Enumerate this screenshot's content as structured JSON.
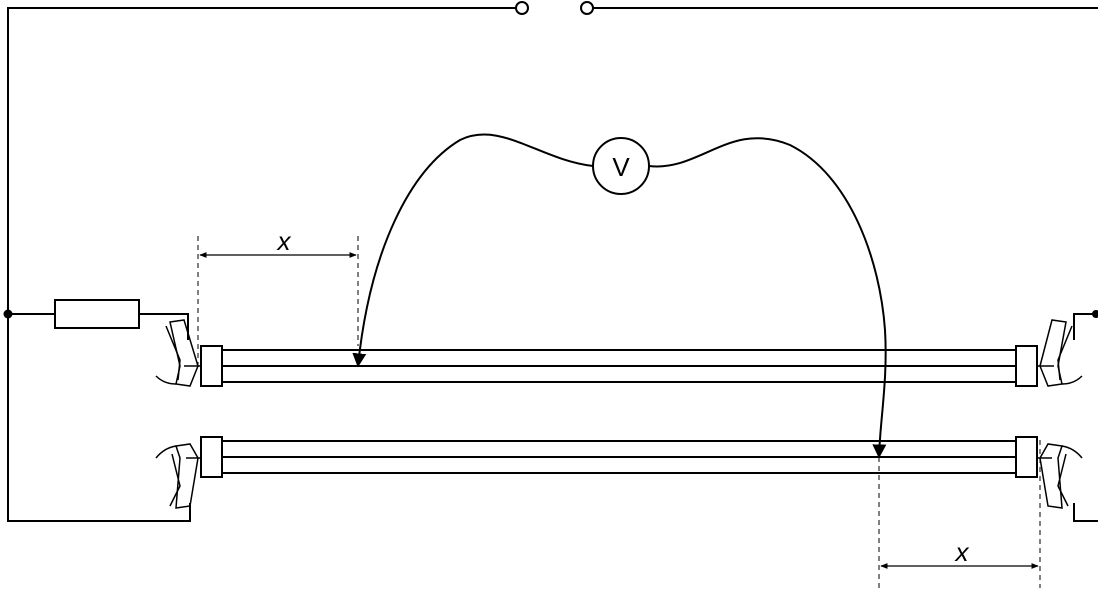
{
  "voltmeter": {
    "symbol": "V"
  },
  "dimensions": {
    "top_label": "x",
    "bottom_label": "x"
  },
  "colors": {
    "line": "#000000",
    "background": "#ffffff"
  }
}
